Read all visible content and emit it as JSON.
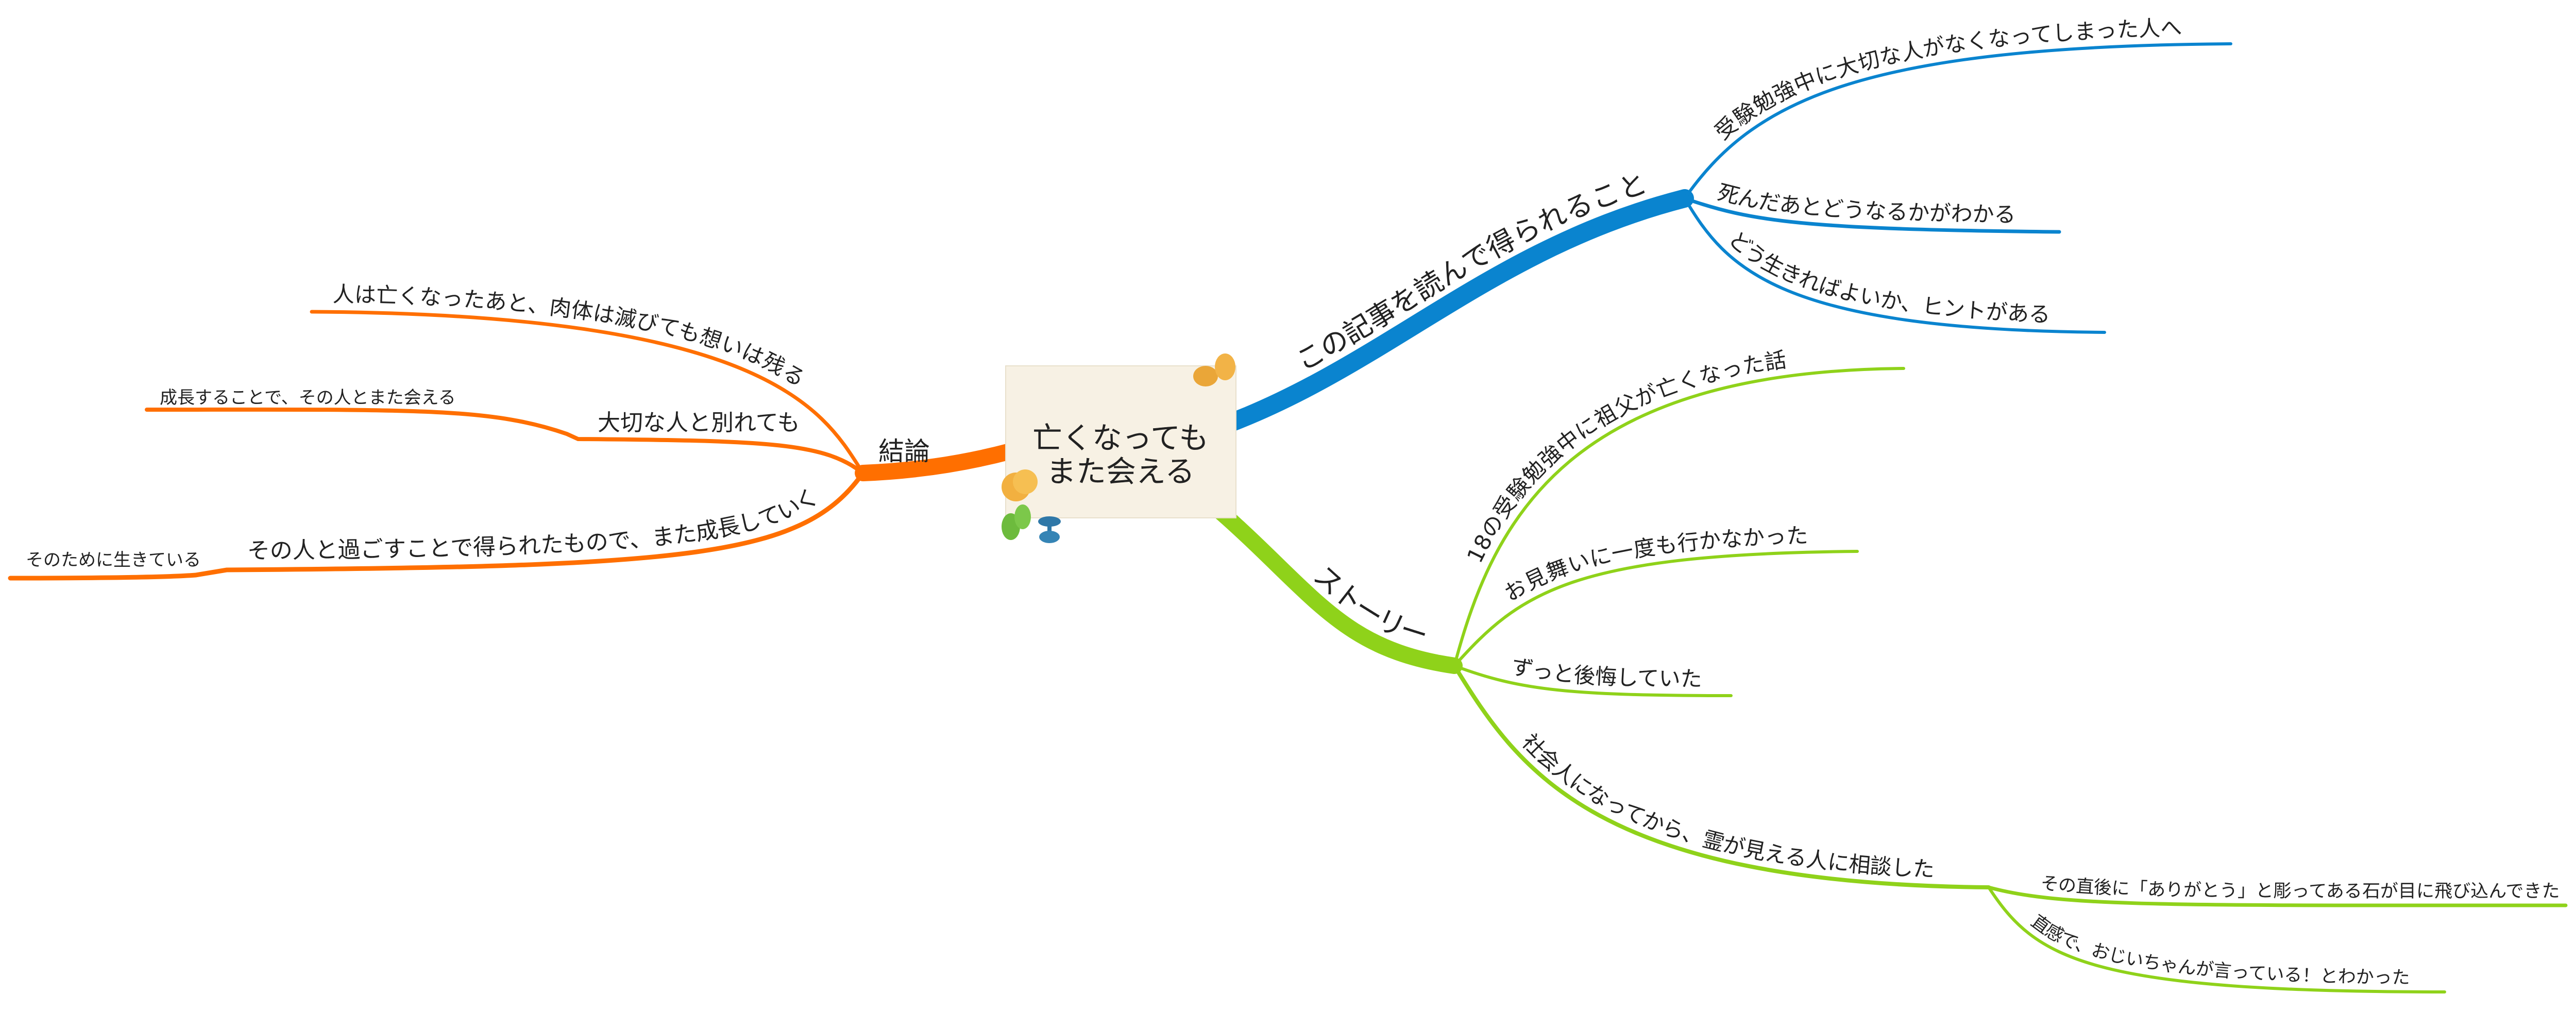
{
  "central": {
    "line1": "亡くなっても",
    "line2": "また会える"
  },
  "colors": {
    "blue": "#0a84cf",
    "green": "#8fd21a",
    "orange": "#ff6f00",
    "card": "#f7f1e4"
  },
  "branches": {
    "blue": {
      "label": "この記事を読んで得られること",
      "children": [
        "受験勉強中に大切な人がなくなってしまった人へ",
        "死んだあとどうなるかがわかる",
        "どう生きればよいか、ヒントがある"
      ]
    },
    "green": {
      "label": "ストーリー",
      "children": [
        "18の受験勉強中に祖父が亡くなった話",
        "お見舞いに一度も行かなかった",
        "ずっと後悔していた",
        "社会人になってから、霊が見える人に相談した"
      ],
      "grandchildren": [
        "その直後に「ありがとう」と彫ってある石が目に飛び込んできた",
        "直感で、おじいちゃんが言っている！とわかった"
      ]
    },
    "orange": {
      "label": "結論",
      "children": [
        "人は亡くなったあと、肉体は滅びても想いは残る",
        "大切な人と別れても",
        "その人と過ごすことで得られたもので、また成長していく"
      ],
      "grandchildren": [
        "成長することで、その人とまた会える",
        "そのために生きている"
      ]
    }
  }
}
